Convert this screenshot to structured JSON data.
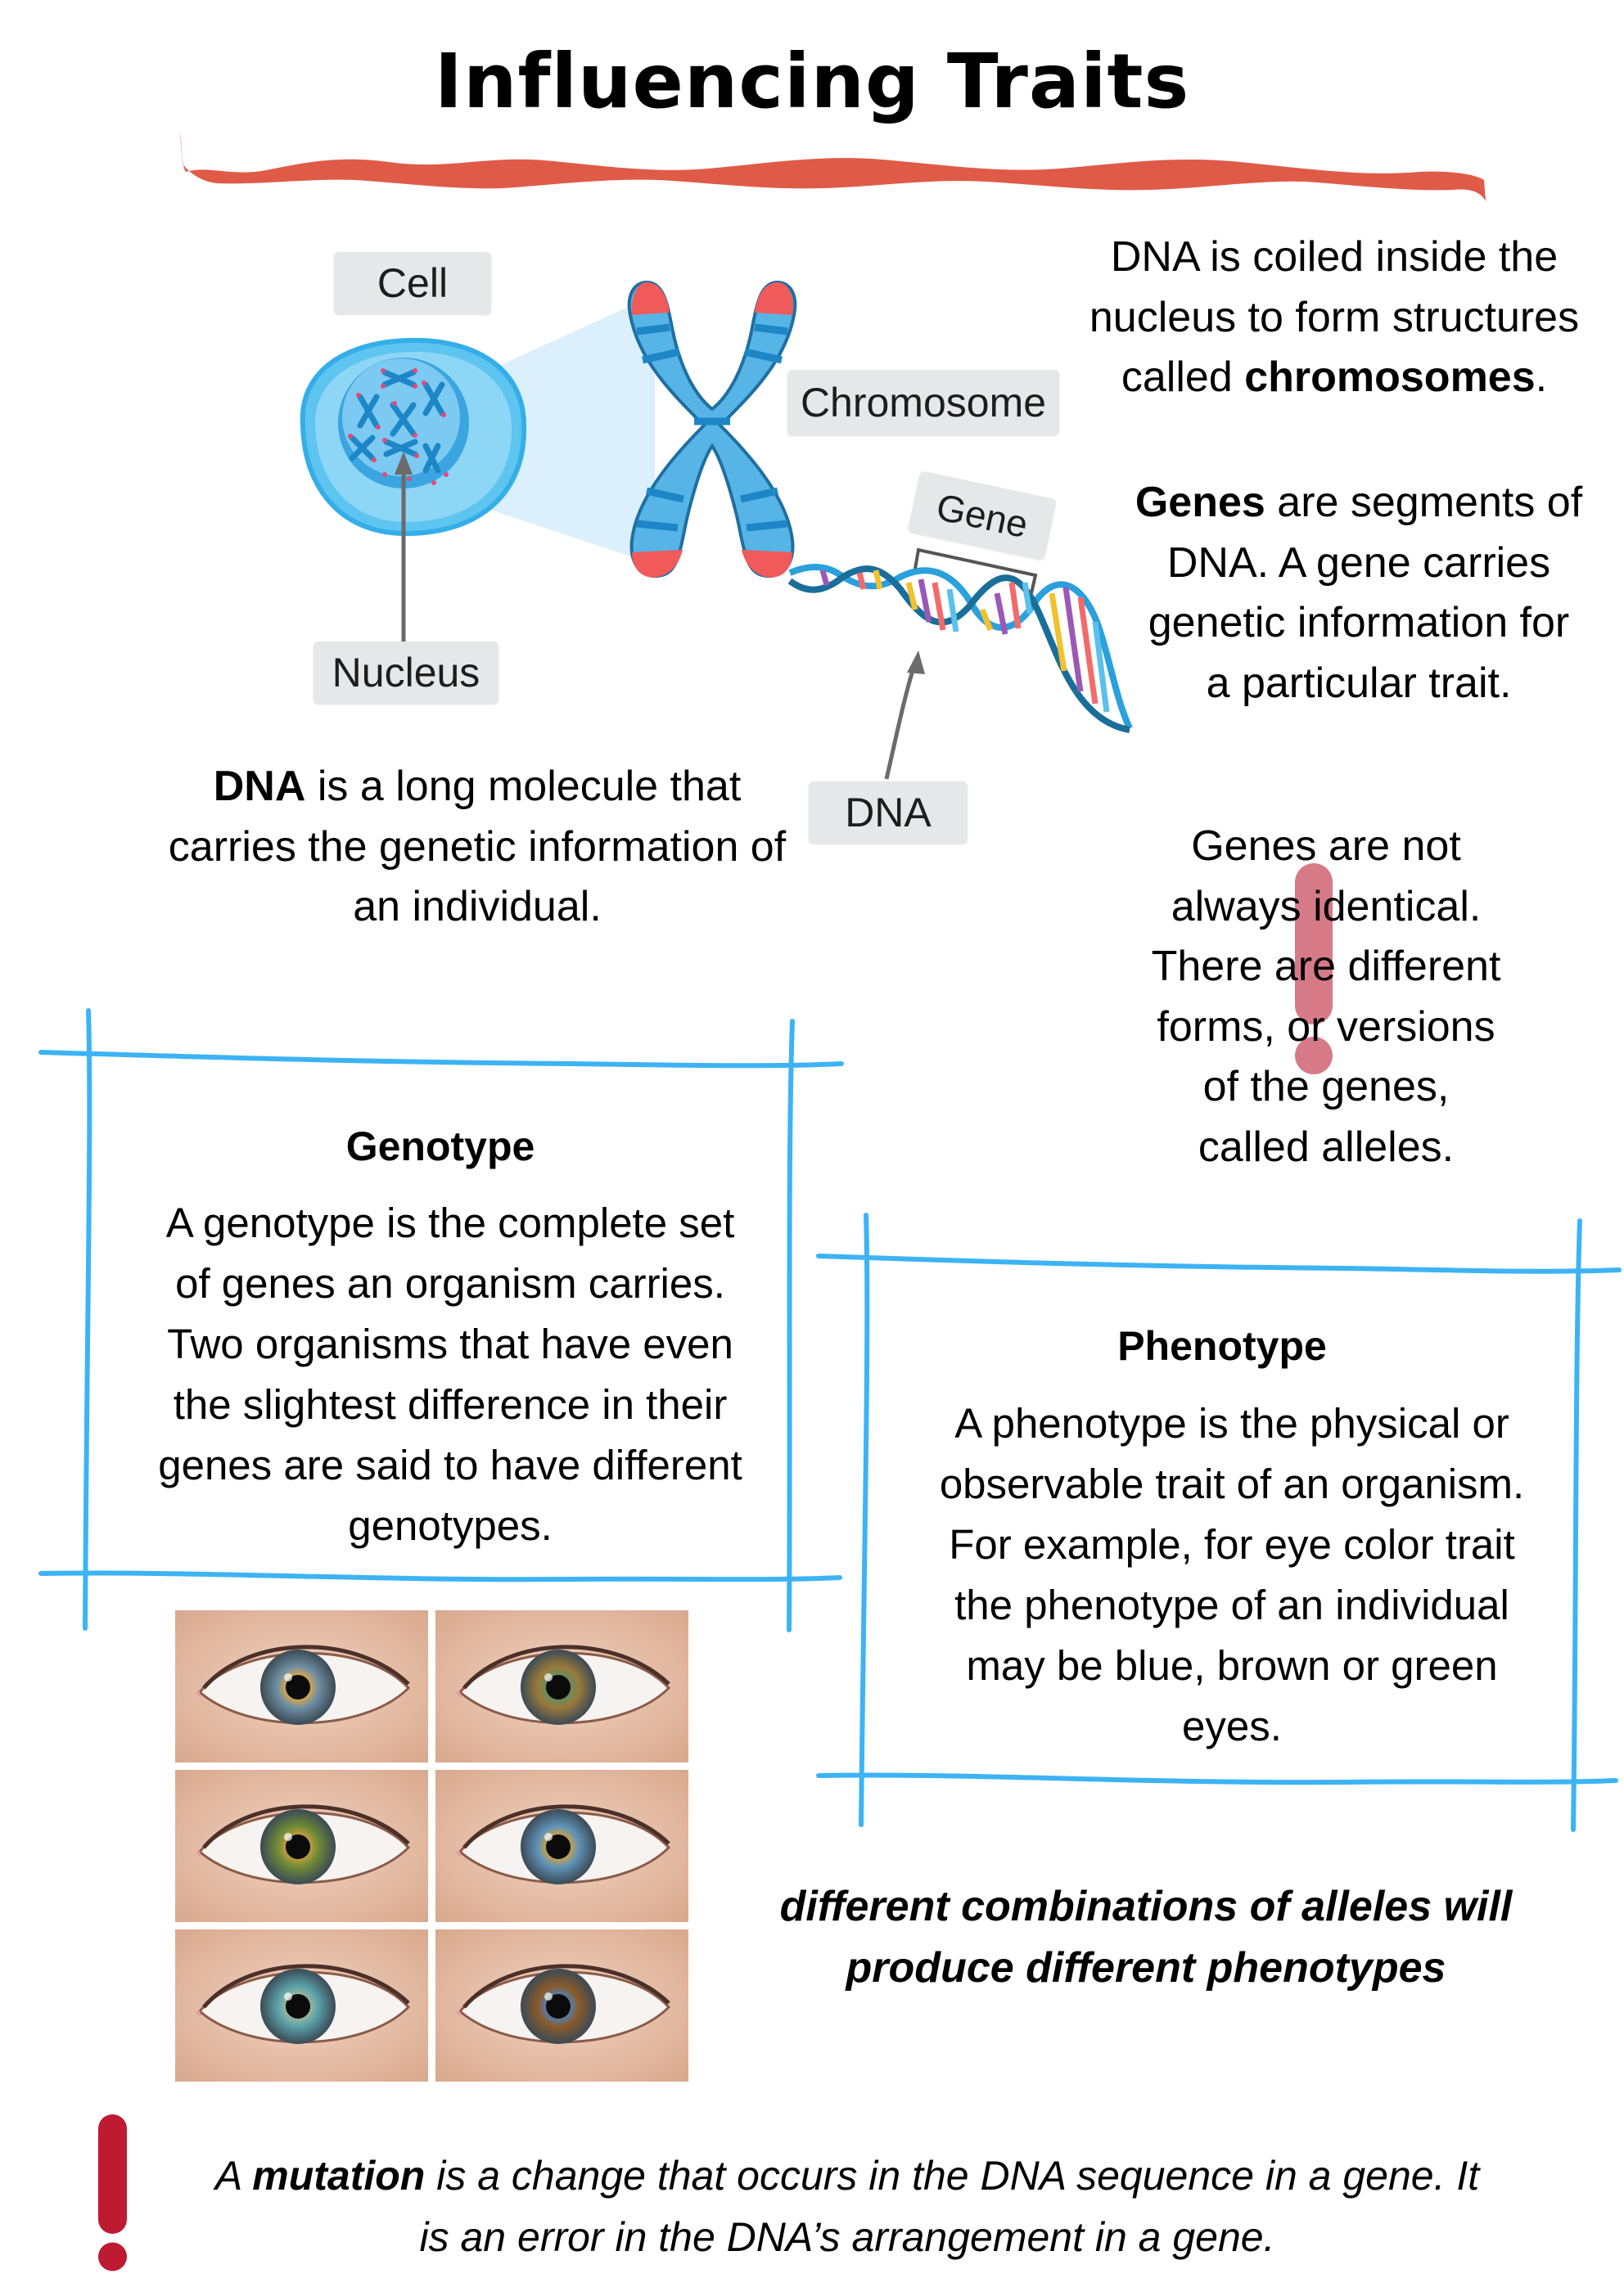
{
  "page": {
    "title": "Influencing Traits",
    "accent_color": "#e05a48",
    "box_border_color": "#3db3f5",
    "alert_color": "#be1a32",
    "soft_alert_color": "#d67a87"
  },
  "diagram": {
    "labels": {
      "cell": "Cell",
      "chromosome": "Chromosome",
      "gene": "Gene",
      "nucleus": "Nucleus",
      "dna": "DNA"
    }
  },
  "texts": {
    "chromosomes": {
      "line1": "DNA is coiled inside the",
      "line2": "nucleus to form structures",
      "line3_pre": "called ",
      "line3_bold": "chromosomes",
      "line3_post": "."
    },
    "genes": {
      "line1_bold": "Genes",
      "line1_post": " are segments of",
      "line2": "DNA. A gene carries",
      "line3": "genetic information for",
      "line4": "a particular trait."
    },
    "dna": {
      "line1_bold": "DNA",
      "line1_post": " is a long molecule that",
      "line2": "carries the genetic information of",
      "line3": "an individual."
    },
    "alleles": {
      "lines": [
        "Genes are not",
        "always identical.",
        "There are different",
        "forms, or versions",
        "of the genes,",
        "called alleles."
      ]
    }
  },
  "genotype": {
    "title": "Genotype",
    "lines": [
      "A genotype is the complete set",
      "of genes an organism carries.",
      "Two organisms that have even",
      "the slightest difference in their",
      "genes are said to have different",
      "genotypes."
    ]
  },
  "phenotype": {
    "title": "Phenotype",
    "lines": [
      "A phenotype is the physical or",
      "observable trait of an organism.",
      "For example, for eye color trait",
      "the phenotype of an individual",
      "may be blue, brown or green",
      "eyes."
    ]
  },
  "eyes": {
    "items": [
      {
        "name": "blue-grey eye",
        "iris": "#6f8fa3",
        "ring": "#c9a25a"
      },
      {
        "name": "hazel eye",
        "iris": "#9a7a3a",
        "ring": "#6d8a5b"
      },
      {
        "name": "green eye",
        "iris": "#6f8a36",
        "ring": "#b59a3c"
      },
      {
        "name": "blue eye",
        "iris": "#5f93b8",
        "ring": "#b8a05a"
      },
      {
        "name": "aqua eye",
        "iris": "#5aa0a8",
        "ring": "#8fb3a2"
      },
      {
        "name": "brown eye",
        "iris": "#8a5a2a",
        "ring": "#5c7a9a"
      }
    ]
  },
  "combination_note": {
    "line1": "different combinations of alleles will",
    "line2": "produce different phenotypes"
  },
  "mutation": {
    "pre": "A ",
    "bold": "mutation",
    "line1_post": " is a change that occurs in the DNA sequence in a gene. It",
    "line2": "is an error in the DNA’s arrangement in a gene."
  }
}
